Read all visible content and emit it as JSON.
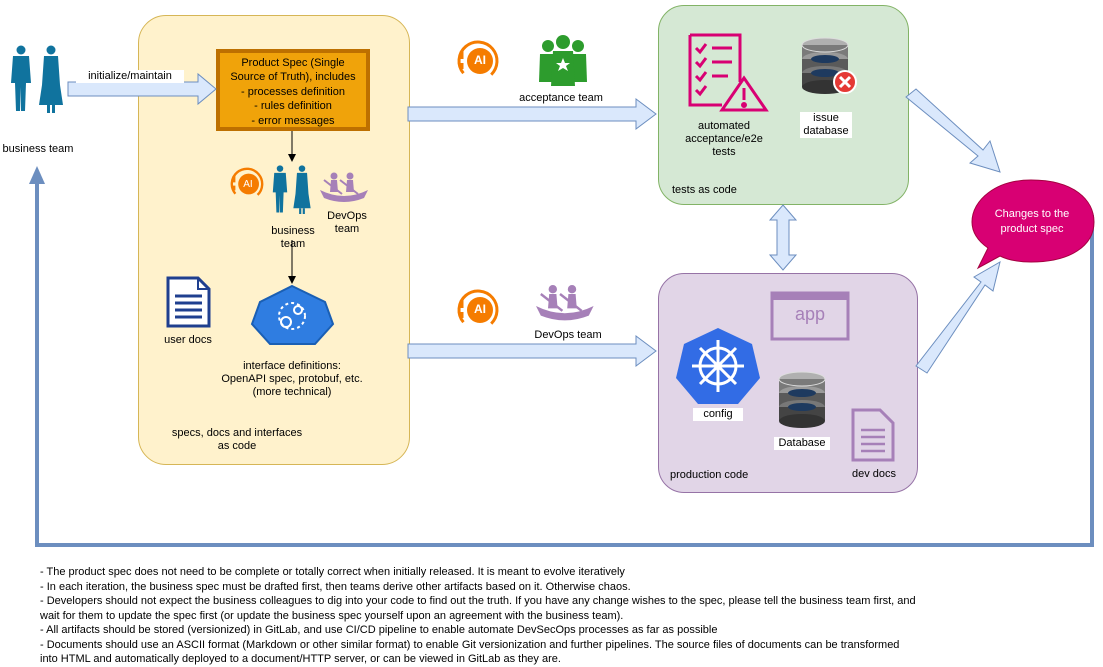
{
  "business_team": {
    "label": "business team"
  },
  "init_edge": {
    "label": "initialize/maintain"
  },
  "spec_container": {
    "label": "specs, docs and interfaces\nas code"
  },
  "product_spec": {
    "lines": [
      "Product Spec (Single",
      "Source of Truth), includes",
      "- processes definition",
      "- rules definition",
      "-  error messages"
    ]
  },
  "inner_business_team": {
    "label": "business\nteam"
  },
  "devops_team_inner": {
    "label": "DevOps\nteam"
  },
  "user_docs": {
    "label": "user docs"
  },
  "interface_defs": {
    "label": "interface definitions:\nOpenAPI spec, protobuf, etc.\n(more technical)"
  },
  "acceptance_team": {
    "label": "acceptance team"
  },
  "devops_team": {
    "label": "DevOps team"
  },
  "tests": {
    "container_label": "tests as code",
    "automated_tests": "automated\nacceptance/e2e\ntests",
    "issue_db": "issue\ndatabase"
  },
  "production": {
    "container_label": "production code",
    "app": "app",
    "config": "config",
    "database": "Database",
    "dev_docs": "dev docs"
  },
  "changes_bubble": {
    "label": "Changes to the\nproduct spec"
  },
  "ai_badge": {
    "text": "AI"
  },
  "notes": [
    "- The product spec does not need to be complete or totally correct when initially released. It is meant to evolve iteratively",
    "- In each iteration, the business spec must be drafted first, then teams derive other artifacts based on it. Otherwise chaos.",
    "- Developers should not expect the business colleagues to dig into your code to find out the truth. If you have any change wishes to the spec, please tell the business team first, and wait for them to update the spec first (or update the business spec yourself upon an agreement with the business team).",
    "- All artifacts should be stored (versionized) in GitLab, and use CI/CD pipeline to enable automate DevSecOps processes as far as possible",
    "- Documents should use an ASCII format (Markdown or other similar format) to enable Git versionization and further pipelines. The source files of documents can be transformed into HTML and automatically deployed to a document/HTTP server, or can be viewed in GitLab as they are."
  ],
  "colors": {
    "spec_fill": "#fff2cc",
    "spec_stroke": "#d6b656",
    "tests_fill": "#d5e8d4",
    "tests_stroke": "#82b366",
    "prod_fill": "#e1d5e7",
    "prod_stroke": "#9673a6",
    "product_spec_fill": "#f0a30a",
    "product_spec_stroke": "#bd7000",
    "arrow_fill": "#dae8fc",
    "arrow_stroke": "#6c8ebf",
    "feedback_line": "#6c8ebf",
    "bubble": "#d80073",
    "ai": "#f57c00",
    "purple": "#a680b8",
    "blue_hex": "#2f7de1",
    "person": "#10739e"
  }
}
